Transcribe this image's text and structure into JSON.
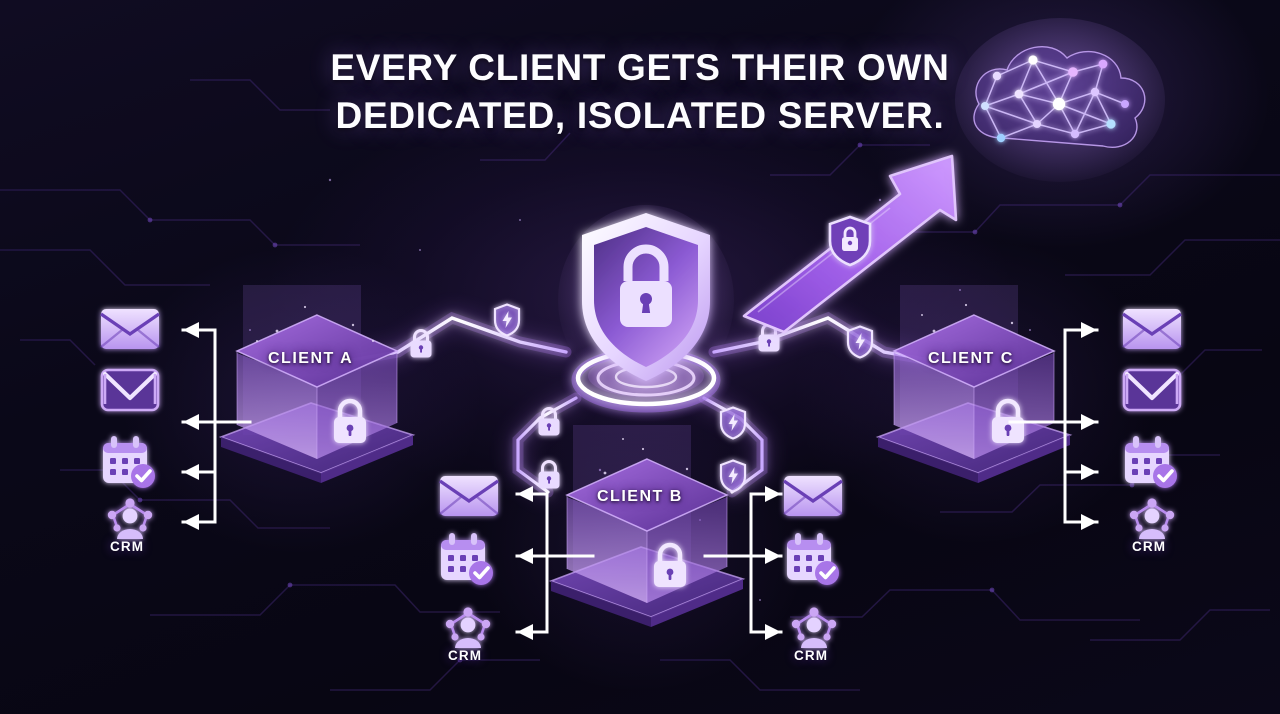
{
  "headline": {
    "line1": "EVERY CLIENT GETS THEIR OWN",
    "line2": "DEDICATED, ISOLATED SERVER."
  },
  "colors": {
    "background": "#0a0818",
    "accent_purple": "#9d5fe0",
    "accent_light": "#d9b8ff",
    "glow_violet": "#b26bf5",
    "white": "#ffffff",
    "node_face_light": "#c79bf0",
    "node_face_dark": "#4a2782"
  },
  "hub": {
    "name": "central-security-shield",
    "icon": "shield-lock-icon",
    "base": "glowing-ring-platform"
  },
  "cloud": {
    "name": "network-cloud",
    "icon": "mesh-cloud-icon",
    "arrow_label": "upload-arrow",
    "arrow_badge_icon": "shield-lock-icon"
  },
  "clients": [
    {
      "id": "client-a",
      "label": "CLIENT A",
      "lock_icon": "padlock-icon",
      "connector_badges": [
        "padlock-icon",
        "shield-bolt-icon"
      ],
      "outputs": {
        "side": "left",
        "crm_label": "CRM",
        "items": [
          {
            "icon": "envelope-closed-icon",
            "name": "email-icon"
          },
          {
            "icon": "envelope-open-icon",
            "name": "email-open-icon"
          },
          {
            "icon": "calendar-check-icon",
            "name": "calendar-icon"
          },
          {
            "icon": "crm-people-icon",
            "name": "crm-icon"
          }
        ]
      }
    },
    {
      "id": "client-b",
      "label": "CLIENT B",
      "lock_icon": "padlock-icon",
      "connector_badges": [
        "padlock-icon",
        "padlock-icon",
        "shield-bolt-icon",
        "shield-bolt-icon"
      ],
      "outputs": {
        "side": "both",
        "crm_label": "CRM",
        "left_items": [
          {
            "icon": "envelope-closed-icon",
            "name": "email-icon"
          },
          {
            "icon": "calendar-check-icon",
            "name": "calendar-icon"
          },
          {
            "icon": "crm-people-icon",
            "name": "crm-icon"
          }
        ],
        "right_items": [
          {
            "icon": "envelope-closed-icon",
            "name": "email-icon"
          },
          {
            "icon": "calendar-check-icon",
            "name": "calendar-icon"
          },
          {
            "icon": "crm-people-icon",
            "name": "crm-icon"
          }
        ]
      }
    },
    {
      "id": "client-c",
      "label": "CLIENT C",
      "lock_icon": "padlock-icon",
      "connector_badges": [
        "padlock-icon",
        "shield-bolt-icon"
      ],
      "outputs": {
        "side": "right",
        "crm_label": "CRM",
        "items": [
          {
            "icon": "envelope-closed-icon",
            "name": "email-icon"
          },
          {
            "icon": "envelope-open-icon",
            "name": "email-open-icon"
          },
          {
            "icon": "calendar-check-icon",
            "name": "calendar-icon"
          },
          {
            "icon": "crm-people-icon",
            "name": "crm-icon"
          }
        ]
      }
    }
  ]
}
